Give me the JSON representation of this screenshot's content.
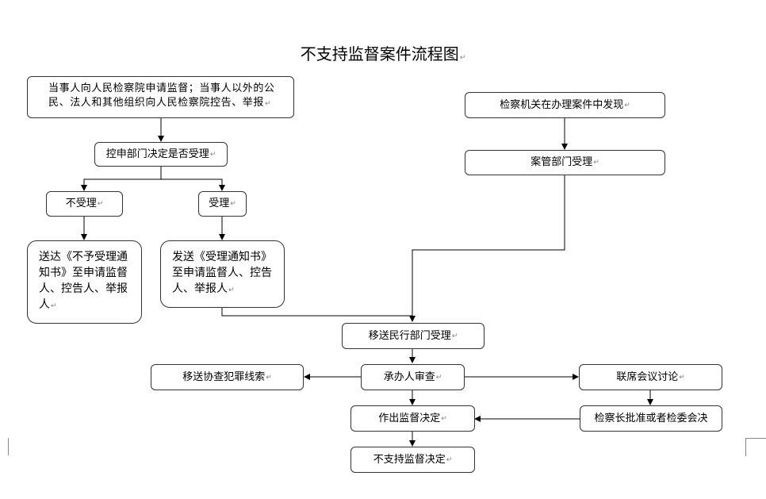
{
  "title": "不支持监督案件流程图",
  "return_mark": "↵",
  "nodes": {
    "apply": "当事人向人民检察院申请监督；当事人以外的公民、法人和其他组织向人民检察院控告、举报",
    "decide": "控申部门决定是否受理",
    "reject": "不受理",
    "accept": "受理",
    "send_reject": "送达《不予受理通知书》至申请监督人、控告人、举报人",
    "send_accept": "发送《受理通知书》至申请监督人、控告人、举报人",
    "discover": "检察机关在办理案件中发现",
    "case_mgmt": "案管部门受理",
    "transfer_civil": "移送民行部门受理",
    "review": "承办人审查",
    "transfer_crime": "移送协查犯罪线索",
    "joint_meeting": "联席会议讨论",
    "make_decision": "作出监督决定",
    "approval": "检察长批准或者检委会决",
    "final": "不支持监督决定"
  }
}
